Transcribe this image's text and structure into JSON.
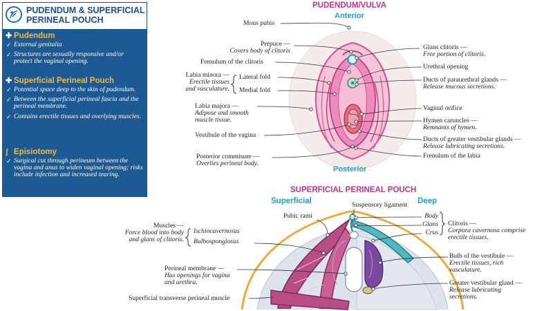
{
  "sidebar": {
    "title": "PUDENDUM & SUPERFICIAL PERINEAL POUCH",
    "sections": [
      {
        "heading": "Pudendum",
        "bullets": [
          "External genitalia",
          "Structures are sexually responsive and/or protect the vaginal opening."
        ]
      },
      {
        "heading": "Superficial Perineal Pouch",
        "bullets": [
          "Potential space deep to the skin of pudendum.",
          "Between the superficial perineal fascia and the perineal membrane.",
          "Contains erectile tissues and overlying muscles."
        ]
      },
      {
        "heading": "Episiotomy",
        "bullets": [
          "Surgical cut through perineum between the vagina and anus to widen vaginal opening; risks include infection and increased tearing."
        ]
      }
    ]
  },
  "vulva": {
    "title": "PUDENDUM/VULVA",
    "anterior": "Anterior",
    "posterior": "Posterior",
    "labels": {
      "mons_pubis": "Mons pubis",
      "prepuce": "Prepuce —",
      "prepuce_desc": "Covers body of clitoris",
      "frenulum_clitoris": "Frenulum of the clitoris",
      "labia_minora": "Labia minora —",
      "labia_minora_desc1": "Erectile tissues",
      "labia_minora_desc2": "and vasculature.",
      "lateral_fold": "Lateral fold",
      "medial_fold": "Medial fold",
      "labia_majora": "Labia majora —",
      "labia_majora_desc1": "Adipose and smooth",
      "labia_majora_desc2": "muscle tissue.",
      "vestibule": "Vestibule of the vagina",
      "posterior_commisure": "Posterior commisure —",
      "posterior_commisure_desc": "Overlies perineal body.",
      "glans_clitoris": "Glans clitoris —",
      "glans_clitoris_desc": "Free portion of clitoris.",
      "urethral_opening": "Urethral opening",
      "paraurethral": "Ducts of paraurethral glands —",
      "paraurethral_desc": "Release mucous secretions.",
      "vaginal_orifice": "Vaginal orifice",
      "hymen": "Hymen caruncles —",
      "hymen_desc": "Remnants of hymen.",
      "greater_vestibular_ducts": "Ducts of greater vestibular glands —",
      "greater_vestibular_ducts_desc": "Release lubricating secretions.",
      "frenulum_labia": "Frenulum of the labia"
    }
  },
  "pouch": {
    "title": "SUPERFICIAL PERINEAL POUCH",
    "superficial": "Superficial",
    "deep": "Deep",
    "labels": {
      "suspensory": "Suspensory ligament",
      "pubic_rami": "Pubic rami",
      "muscles": "Muscles —",
      "muscles_desc1": "Force blood into body",
      "muscles_desc2": "and glans of clitoris.",
      "ischio": "Ischiocavernosus",
      "bulbo": "Bulbospongiosus",
      "perineal_membrane": "Perineal membrane —",
      "perineal_membrane_desc1": "Has openings for vagina",
      "perineal_membrane_desc2": "and urethra.",
      "transverse": "Superficial transverse perineal muscle",
      "body": "Body",
      "glans": "Glans",
      "crus": "Crus",
      "clitoris": "Clitoris —",
      "clitoris_desc1": "Corpora cavernosa comprise",
      "clitoris_desc2": "erectile tissues.",
      "bulb": "Bulb of the vestibule —",
      "bulb_desc1": "Erectile tissues, rich",
      "bulb_desc2": "vasculature.",
      "greater_gland": "Greater vestibular gland —",
      "greater_gland_desc1": "Release lubricating",
      "greater_gland_desc2": "secretions."
    }
  },
  "colors": {
    "sidebar_blue": "#1d5a93",
    "heading_orange": "#f7b93a",
    "title_magenta": "#c2348f",
    "cyan": "#1ea0c8",
    "pink": "#e05ca8",
    "purple": "#7a4aa0",
    "orange_outline": "#f2a93b"
  },
  "icons": [
    "logo-icon",
    "plus-icon",
    "check-icon",
    "scalpel-icon"
  ]
}
